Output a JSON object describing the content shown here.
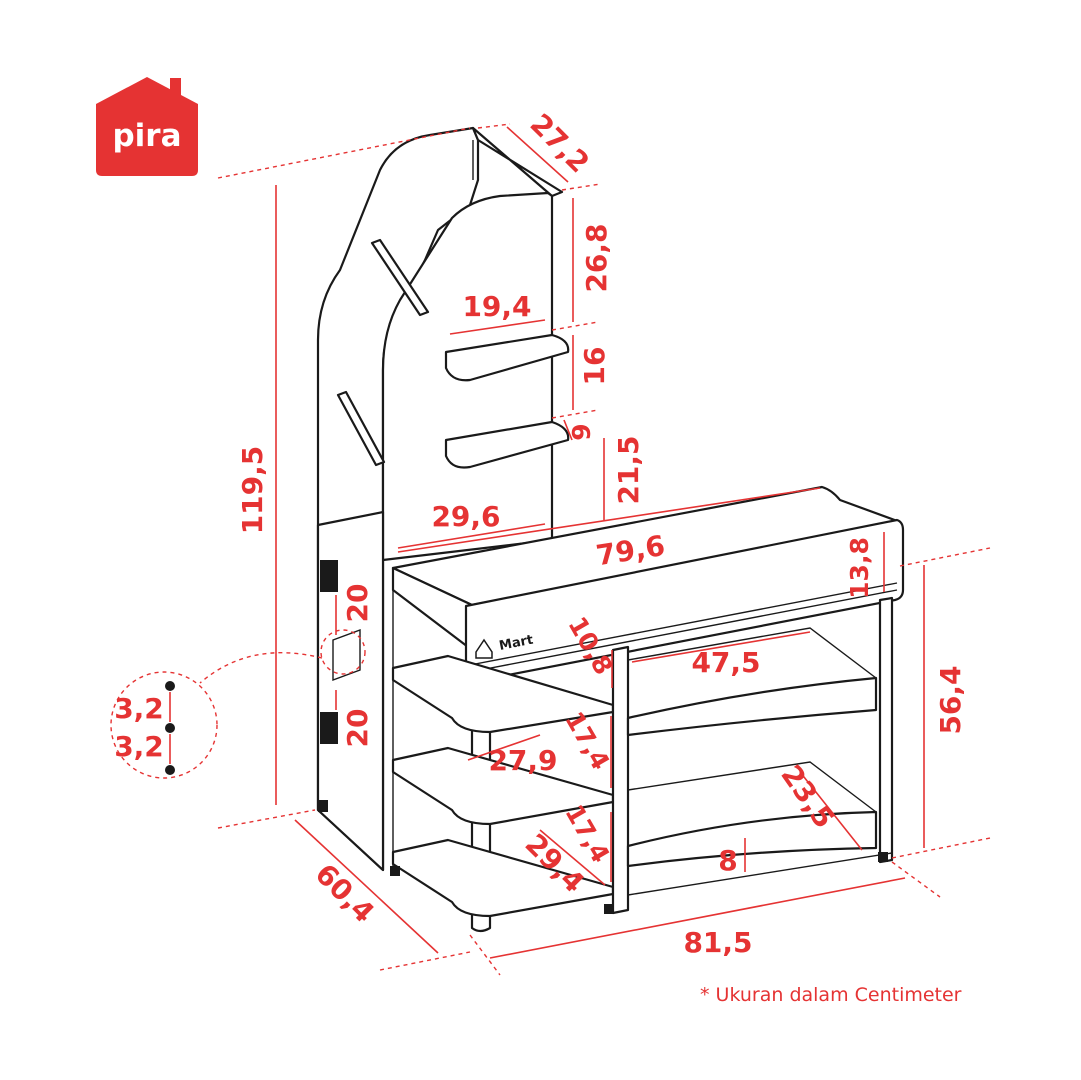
{
  "brand": {
    "logo_text": "pira",
    "color": "#e53333"
  },
  "product_label": "Mart",
  "dimensions": {
    "top_depth": "27,2",
    "upper_gap": "26,8",
    "shelf_width_upper": "19,4",
    "shelf_gap": "16",
    "shelf_thickness": "9",
    "gap_to_counter": "21,5",
    "counter_side_width": "29,6",
    "counter_length": "79,6",
    "front_panel_height": "13,8",
    "counter_height": "56,4",
    "total_height": "119,5",
    "hinge_spacing_upper": "20",
    "hinge_spacing_lower": "20",
    "hole_spacing_upper": "3,2",
    "hole_spacing_lower": "3,2",
    "inner_shelf_gap": "10,8",
    "inner_shelf_width": "47,5",
    "lower_shelf_gap_1": "17,4",
    "lower_shelf_width": "27,9",
    "lower_shelf_gap_2": "17,4",
    "lower_shelf_depth": "29,4",
    "bin_depth": "23,5",
    "bin_lip": "8",
    "total_depth": "60,4",
    "total_width": "81,5"
  },
  "note": "* Ukuran dalam Centimeter"
}
